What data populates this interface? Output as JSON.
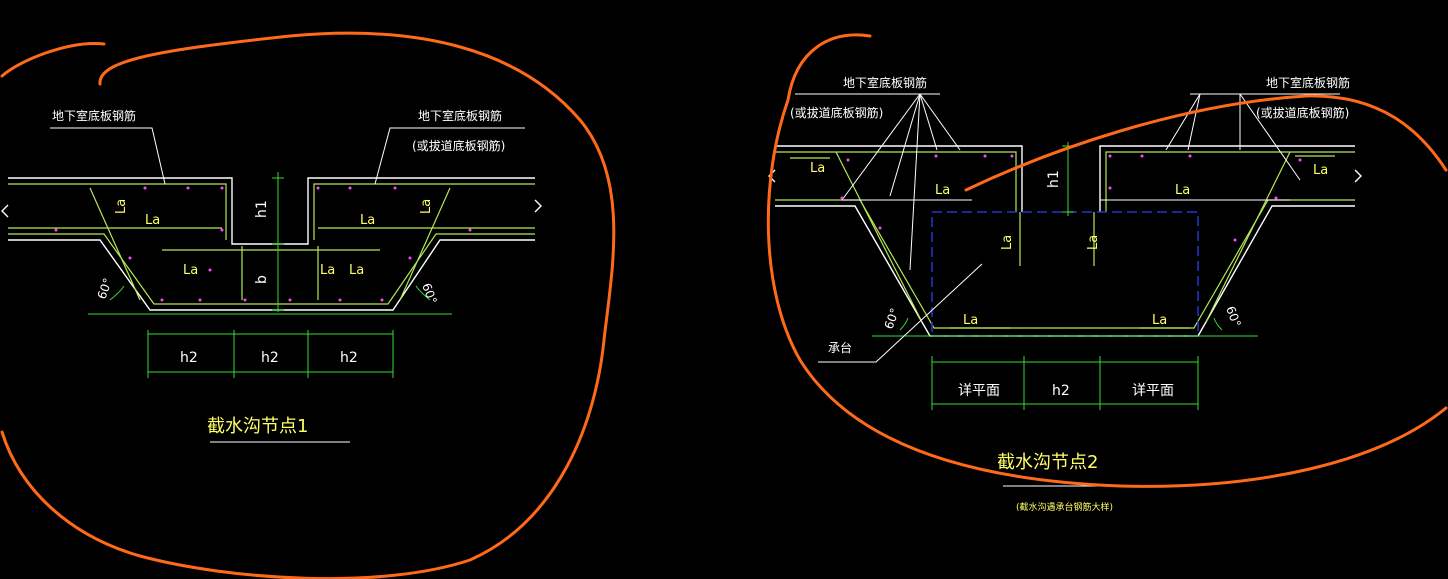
{
  "colors": {
    "background": "#000000",
    "concrete": "#ffffff",
    "rebar": "#b5e853",
    "dimension": "#33dd33",
    "text": "#ffff66",
    "dots": "#ff44ff",
    "pile_cap": "#2233cc",
    "markup": "#ff6a1a"
  },
  "node1": {
    "label_left": "地下室底板钢筋",
    "label_right_1": "地下室底板钢筋",
    "label_right_2": "(或拔道底板钢筋)",
    "la": "La",
    "dim_h1": "h1",
    "dim_b": "b",
    "angle_left": "60°",
    "angle_right": "60°",
    "dims_bottom": [
      "h2",
      "h2",
      "h2"
    ],
    "title": "截水沟节点1"
  },
  "node2": {
    "label_left_1": "地下室底板钢筋",
    "label_left_2": "(或拔道底板钢筋)",
    "label_right_1": "地下室底板钢筋",
    "label_right_2": "(或拔道底板钢筋)",
    "la": "La",
    "dim_h1": "h1",
    "pile_cap": "承台",
    "angle_left": "60°",
    "angle_right": "60°",
    "dims_bottom": [
      "详平面",
      "h2",
      "详平面"
    ],
    "title": "截水沟节点2",
    "subtitle": "(截水沟遇承台钢筋大样)"
  }
}
